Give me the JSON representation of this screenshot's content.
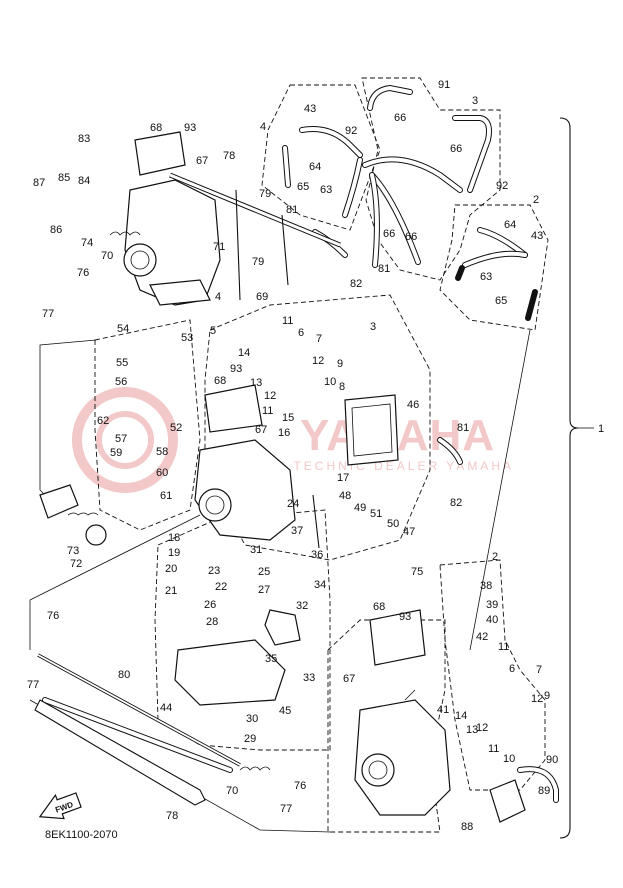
{
  "diagram": {
    "drawing_code": "8EK1100-2070",
    "fwd_label": "FWD",
    "watermark": "YAMAHA",
    "watermark_sub": "VI TECHNIC DEALER YAMAHA",
    "assembly_callout": "1",
    "callouts": [
      {
        "n": "91"
      },
      {
        "n": "3"
      },
      {
        "n": "43"
      },
      {
        "n": "66"
      },
      {
        "n": "4"
      },
      {
        "n": "92"
      },
      {
        "n": "66"
      },
      {
        "n": "83"
      },
      {
        "n": "68"
      },
      {
        "n": "93"
      },
      {
        "n": "64"
      },
      {
        "n": "67"
      },
      {
        "n": "78"
      },
      {
        "n": "87"
      },
      {
        "n": "85"
      },
      {
        "n": "84"
      },
      {
        "n": "65"
      },
      {
        "n": "63"
      },
      {
        "n": "79"
      },
      {
        "n": "92"
      },
      {
        "n": "2"
      },
      {
        "n": "86"
      },
      {
        "n": "74"
      },
      {
        "n": "81"
      },
      {
        "n": "66"
      },
      {
        "n": "66"
      },
      {
        "n": "64"
      },
      {
        "n": "43"
      },
      {
        "n": "70"
      },
      {
        "n": "71"
      },
      {
        "n": "79"
      },
      {
        "n": "81"
      },
      {
        "n": "76"
      },
      {
        "n": "82"
      },
      {
        "n": "63"
      },
      {
        "n": "4"
      },
      {
        "n": "77"
      },
      {
        "n": "69"
      },
      {
        "n": "65"
      },
      {
        "n": "11"
      },
      {
        "n": "3"
      },
      {
        "n": "54"
      },
      {
        "n": "53"
      },
      {
        "n": "5"
      },
      {
        "n": "6"
      },
      {
        "n": "7"
      },
      {
        "n": "14"
      },
      {
        "n": "10"
      },
      {
        "n": "55"
      },
      {
        "n": "93"
      },
      {
        "n": "12"
      },
      {
        "n": "9"
      },
      {
        "n": "56"
      },
      {
        "n": "68"
      },
      {
        "n": "13"
      },
      {
        "n": "8"
      },
      {
        "n": "12"
      },
      {
        "n": "11"
      },
      {
        "n": "62"
      },
      {
        "n": "46"
      },
      {
        "n": "15"
      },
      {
        "n": "67"
      },
      {
        "n": "16"
      },
      {
        "n": "81"
      },
      {
        "n": "52"
      },
      {
        "n": "57"
      },
      {
        "n": "59"
      },
      {
        "n": "58"
      },
      {
        "n": "60"
      },
      {
        "n": "17"
      },
      {
        "n": "82"
      },
      {
        "n": "61"
      },
      {
        "n": "48"
      },
      {
        "n": "24"
      },
      {
        "n": "49"
      },
      {
        "n": "51"
      },
      {
        "n": "50"
      },
      {
        "n": "47"
      },
      {
        "n": "37"
      },
      {
        "n": "18"
      },
      {
        "n": "73"
      },
      {
        "n": "36"
      },
      {
        "n": "19"
      },
      {
        "n": "31"
      },
      {
        "n": "72"
      },
      {
        "n": "20"
      },
      {
        "n": "23"
      },
      {
        "n": "25"
      },
      {
        "n": "2"
      },
      {
        "n": "75"
      },
      {
        "n": "38"
      },
      {
        "n": "21"
      },
      {
        "n": "22"
      },
      {
        "n": "27"
      },
      {
        "n": "34"
      },
      {
        "n": "39"
      },
      {
        "n": "26"
      },
      {
        "n": "32"
      },
      {
        "n": "28"
      },
      {
        "n": "40"
      },
      {
        "n": "76"
      },
      {
        "n": "68"
      },
      {
        "n": "93"
      },
      {
        "n": "42"
      },
      {
        "n": "11"
      },
      {
        "n": "35"
      },
      {
        "n": "6"
      },
      {
        "n": "7"
      },
      {
        "n": "77"
      },
      {
        "n": "33"
      },
      {
        "n": "80"
      },
      {
        "n": "67"
      },
      {
        "n": "41"
      },
      {
        "n": "12"
      },
      {
        "n": "9"
      },
      {
        "n": "45"
      },
      {
        "n": "44"
      },
      {
        "n": "14"
      },
      {
        "n": "12"
      },
      {
        "n": "30"
      },
      {
        "n": "13"
      },
      {
        "n": "11"
      },
      {
        "n": "29"
      },
      {
        "n": "10"
      },
      {
        "n": "90"
      },
      {
        "n": "70"
      },
      {
        "n": "76"
      },
      {
        "n": "89"
      },
      {
        "n": "77"
      },
      {
        "n": "78"
      },
      {
        "n": "88"
      }
    ]
  }
}
